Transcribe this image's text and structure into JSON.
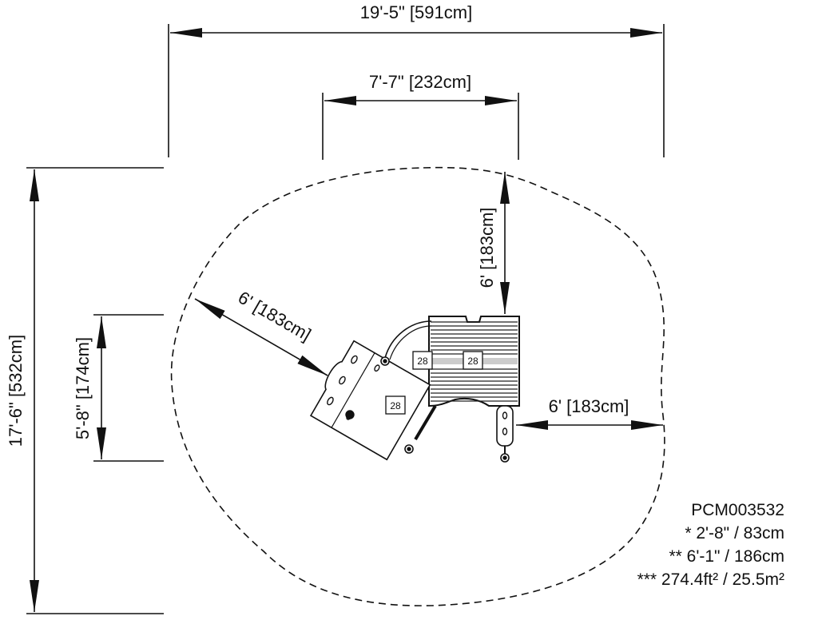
{
  "dimensions": {
    "overall_width": "19'-5\" [591cm]",
    "structure_width": "7'-7\" [232cm]",
    "overall_depth": "17'-6\" [532cm]",
    "structure_depth": "5'-8\" [174cm]",
    "clearance_top": "6' [183cm]",
    "clearance_left": "6' [183cm]",
    "clearance_right": "6' [183cm]"
  },
  "component_tags": [
    "28",
    "28",
    "28"
  ],
  "info": {
    "model": "PCM003532",
    "line1": "* 2'-8\" / 83cm",
    "line2": "** 6'-1\" / 186cm",
    "line3": "*** 274.4ft² / 25.5m²"
  }
}
